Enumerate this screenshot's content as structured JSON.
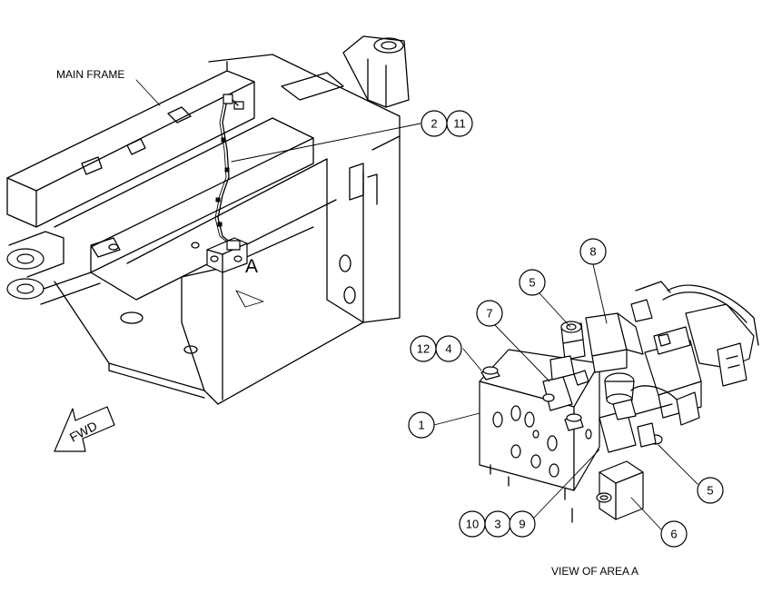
{
  "labels": {
    "main_frame": "MAIN FRAME",
    "area_marker": "A",
    "forward_arrow": "FWD",
    "view_caption": "VIEW OF AREA A"
  },
  "callouts": {
    "c2": "2",
    "c11": "11",
    "c8": "8",
    "c5a": "5",
    "c7": "7",
    "c12": "12",
    "c4": "4",
    "c1": "1",
    "c5b": "5",
    "c10": "10",
    "c3": "3",
    "c9": "9",
    "c6": "6"
  }
}
